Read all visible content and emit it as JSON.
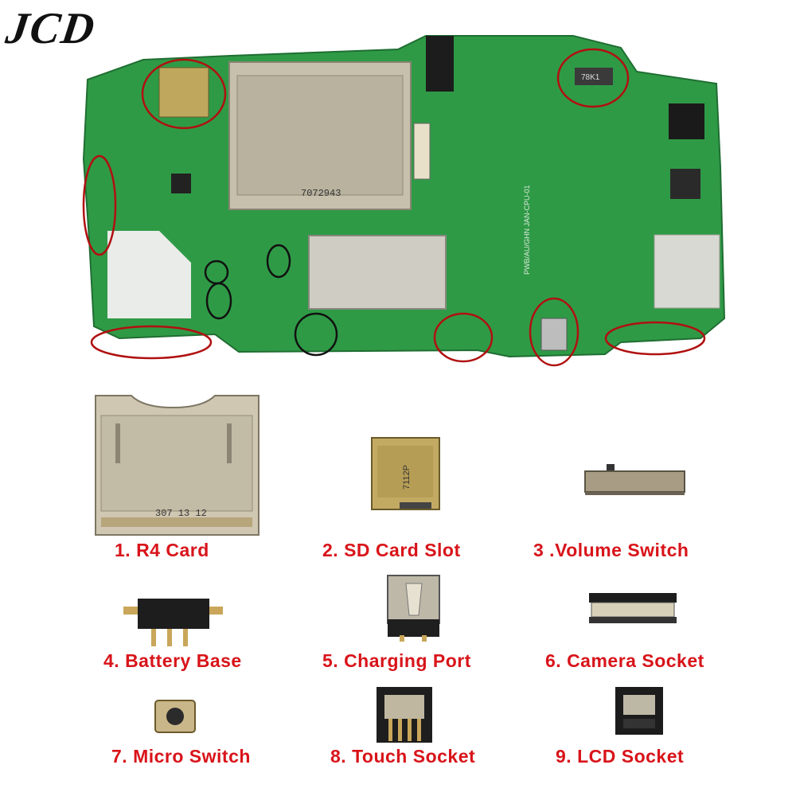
{
  "brand": "JCD",
  "board": {
    "chip_marking_card": "7072943",
    "chip_marking_switch": "78K1",
    "pcb_text": "PWB/AU/GHN  JAN-CPU-01",
    "circle_color": "#b01010",
    "black_circle_color": "#111111"
  },
  "colors": {
    "label_red": "#d8141a",
    "pcb_green": "#2f9a46",
    "metal": "#c9c2ae"
  },
  "parts": [
    {
      "label": "1. R4 Card",
      "marking": "307 13 12"
    },
    {
      "label": "2. SD Card Slot",
      "marking": "7112P"
    },
    {
      "label": "3 .Volume Switch"
    },
    {
      "label": "4. Battery Base"
    },
    {
      "label": "5. Charging Port"
    },
    {
      "label": "6. Camera Socket"
    },
    {
      "label": "7. Micro Switch"
    },
    {
      "label": "8. Touch Socket"
    },
    {
      "label": "9. LCD Socket"
    }
  ]
}
